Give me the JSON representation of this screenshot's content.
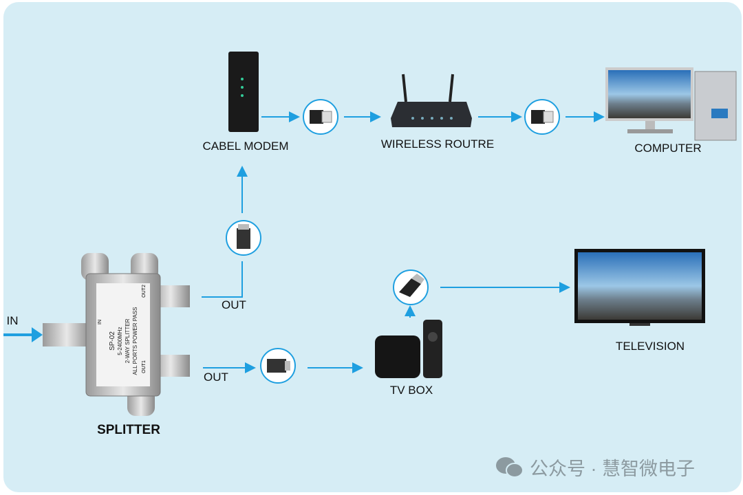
{
  "labels": {
    "modem": "CABEL MODEM",
    "router": "WIRELESS ROUTRE",
    "computer": "COMPUTER",
    "television": "TELEVISION",
    "tv_box": "TV BOX",
    "splitter": "SPLITTER",
    "in": "IN",
    "out_top": "OUT",
    "out_bottom": "OUT"
  },
  "splitter_markings": {
    "model": "SP-02",
    "freq": "5-2400MHz",
    "type": "2-WAY SPLITTER",
    "note": "ALL PORTS POWER PASS",
    "in": "IN",
    "out1": "OUT1",
    "out2": "OUT2"
  },
  "watermark": {
    "text": "公众号 · 慧智微电子",
    "icon": "wechat-icon"
  },
  "colors": {
    "background": "#d6edf5",
    "arrow": "#1e9fe0",
    "connector_ring": "#1e9fe0"
  }
}
